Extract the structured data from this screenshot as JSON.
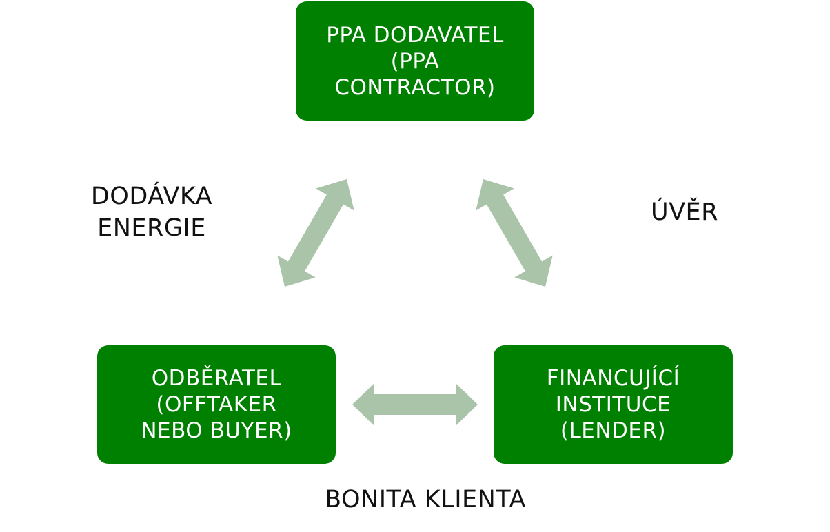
{
  "diagram": {
    "nodes": {
      "contractor": {
        "text": "PPA DODAVATEL\n(PPA\nCONTRACTOR)"
      },
      "offtaker": {
        "text": "ODBĚRATEL\n(OFFTAKER\nNEBO BUYER)"
      },
      "lender": {
        "text": "FINANCUJÍCÍ\nINSTITUCE\n(LENDER)"
      }
    },
    "edges": {
      "energy": {
        "label": "DODÁVKA\nENERGIE"
      },
      "credit": {
        "label": "ÚVĚR"
      },
      "bonita": {
        "label": "BONITA KLIENTA"
      }
    }
  },
  "colors": {
    "node_fill": "#008000",
    "node_text": "#ffffff",
    "arrow_fill": "#a9c4a9",
    "label_text": "#111111"
  }
}
